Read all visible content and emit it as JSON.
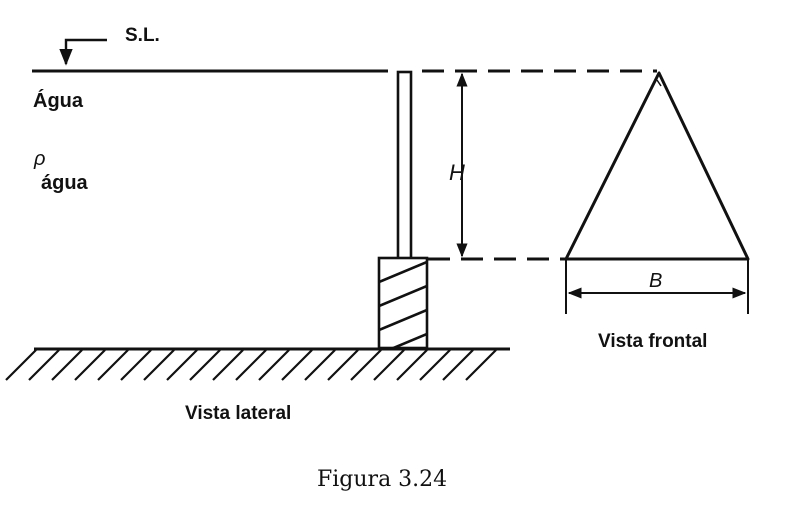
{
  "labels": {
    "surface": "S.L.",
    "water": "Água",
    "rho_symbol": "ρ",
    "rho_subscript": "água",
    "height": "H",
    "base": "B",
    "front_view": "Vista frontal",
    "side_view": "Vista lateral",
    "caption": "Figura 3.24"
  },
  "colors": {
    "ink": "#111111",
    "background": "#ffffff"
  }
}
